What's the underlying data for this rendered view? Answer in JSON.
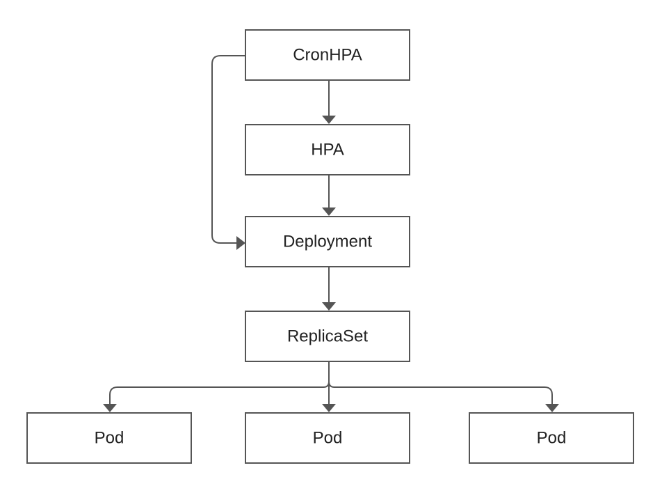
{
  "diagram": {
    "nodes": {
      "cronhpa": "CronHPA",
      "hpa": "HPA",
      "deployment": "Deployment",
      "replicaset": "ReplicaSet",
      "pod_1": "Pod",
      "pod_2": "Pod",
      "pod_3": "Pod"
    },
    "edges": [
      {
        "from": "cronhpa",
        "to": "hpa"
      },
      {
        "from": "cronhpa",
        "to": "deployment"
      },
      {
        "from": "hpa",
        "to": "deployment"
      },
      {
        "from": "deployment",
        "to": "replicaset"
      },
      {
        "from": "replicaset",
        "to": "pod_1"
      },
      {
        "from": "replicaset",
        "to": "pod_2"
      },
      {
        "from": "replicaset",
        "to": "pod_3"
      }
    ]
  }
}
